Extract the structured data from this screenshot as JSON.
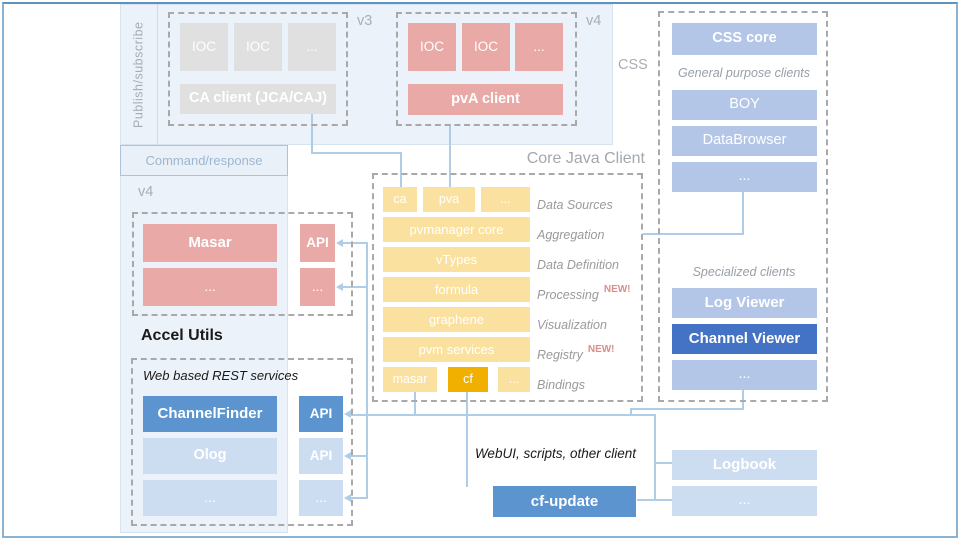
{
  "bands": {
    "publish_subscribe": "Publish/subscribe",
    "command_response": "Command/response"
  },
  "v3_group": {
    "tag": "v3",
    "iocs": [
      "IOC",
      "IOC",
      "..."
    ],
    "client": "CA client (JCA/CAJ)"
  },
  "v4_group": {
    "tag": "v4",
    "iocs": [
      "IOC",
      "IOC",
      "..."
    ],
    "client": "pvA client"
  },
  "masar_group": {
    "tag": "v4",
    "rows": [
      {
        "name": "Masar",
        "api": "API"
      },
      {
        "name": "...",
        "api": "..."
      }
    ]
  },
  "accel_utils_label": "Accel Utils",
  "rest_group": {
    "caption": "Web based REST services",
    "rows": [
      {
        "name": "ChannelFinder",
        "api": "API"
      },
      {
        "name": "Olog",
        "api": "API"
      },
      {
        "name": "...",
        "api": "..."
      }
    ]
  },
  "core_java": {
    "title": "Core Java Client",
    "sources": {
      "cells": [
        "ca",
        "pva",
        "..."
      ],
      "label": "Data Sources"
    },
    "rows": [
      {
        "name": "pvmanager core",
        "label": "Aggregation"
      },
      {
        "name": "vTypes",
        "label": "Data Definition"
      },
      {
        "name": "formula",
        "label": "Processing"
      },
      {
        "name": "graphene",
        "label": "Visualization"
      },
      {
        "name": "pvm services",
        "label": "Registry"
      }
    ],
    "bindings": {
      "cells": [
        "masar",
        "cf",
        "..."
      ],
      "label": "Bindings"
    },
    "new_badge": "NEW!"
  },
  "css_panel": {
    "tag": "CSS",
    "core_box": "CSS core",
    "general_label": "General purpose clients",
    "general_boxes": [
      "BOY",
      "DataBrowser",
      "..."
    ],
    "specialized_label": "Specialized clients",
    "specialized_boxes": [
      "Log Viewer",
      "Channel Viewer",
      "..."
    ],
    "extra_boxes": [
      "Logbook",
      "..."
    ]
  },
  "bottom": {
    "webui_label": "WebUI, scripts, other client",
    "cf_update": "cf-update"
  },
  "colors": {
    "pink": "#e9a9a6",
    "gray_box": "#e0e0e0",
    "yellow": "#fbe1a0",
    "orange_highlight": "#f1b000",
    "lavender": "#b4c6e7",
    "light_blue_row": "#cdddf1",
    "medium_blue": "#5b94cf",
    "dark_blue": "#4472c4",
    "panel_background": "#ebf2f9",
    "connector": "#afcde6"
  }
}
